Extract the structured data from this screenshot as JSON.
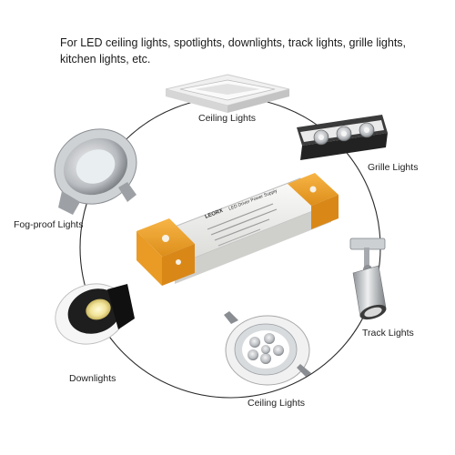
{
  "intro": {
    "line1": "For LED ceiling lights, spotlights, downlights, track lights, grille lights,",
    "line2": "kitchen lights, etc."
  },
  "labels": {
    "ceiling_top": "Ceiling Lights",
    "grille": "Grille Lights",
    "fog_proof": "Fog-proof Lights",
    "track": "Track Lights",
    "downlights": "Downlights",
    "ceiling_bottom": "Ceiling Lights"
  },
  "driver": {
    "brand": "LEORX",
    "title": "LED Driver Power Supply"
  },
  "colors": {
    "circle": "#2a2a2a",
    "driver_body": "#f2f2f0",
    "driver_cap": "#f5a52c",
    "fixture_white": "#ececec",
    "fixture_metal": "#b8bcc0"
  }
}
